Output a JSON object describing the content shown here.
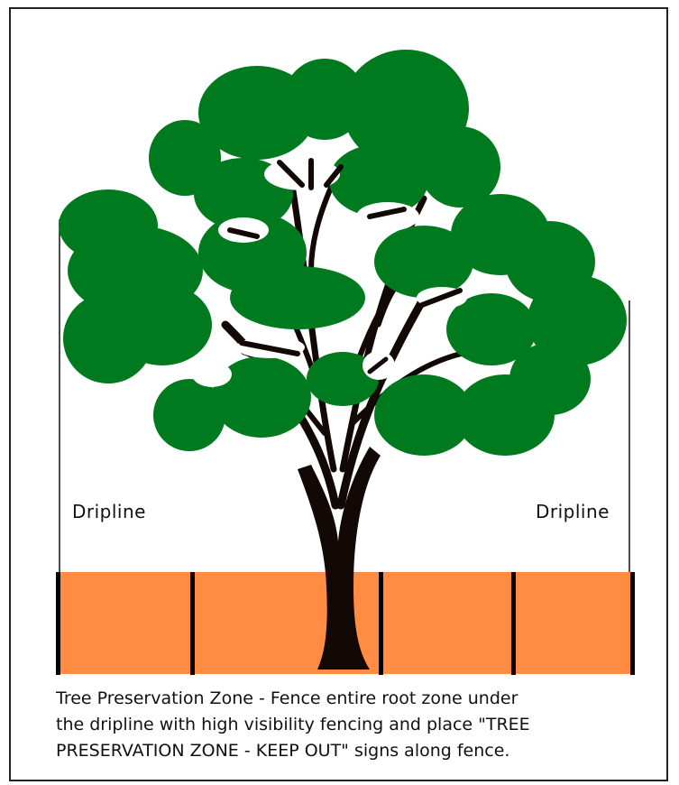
{
  "diagram": {
    "dripline_left_label": "Dripline",
    "dripline_right_label": "Dripline",
    "caption_lines": [
      "Tree Preservation Zone - Fence entire root zone under",
      "the dripline with high visibility fencing and place \"TREE",
      "PRESERVATION ZONE - KEEP OUT\" signs along fence."
    ]
  },
  "colors": {
    "foliage": "#007a1e",
    "trunk": "#120806",
    "fence_fill": "#ff8c42",
    "fence_post": "#000000"
  }
}
